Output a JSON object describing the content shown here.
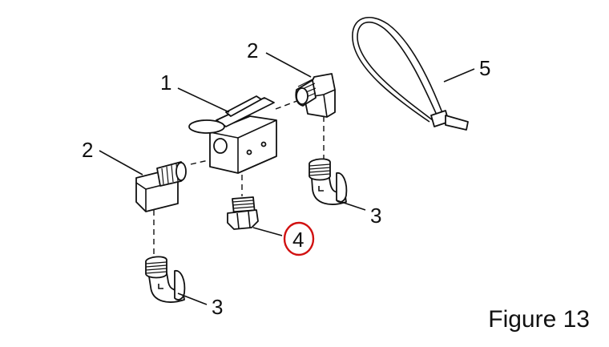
{
  "figure": {
    "caption": "Figure 13",
    "callouts": [
      "1",
      "2",
      "2",
      "3",
      "3",
      "4",
      "5"
    ],
    "highlighted_callout": "4",
    "highlight_color": "#d11111",
    "line_color": "#111111"
  }
}
